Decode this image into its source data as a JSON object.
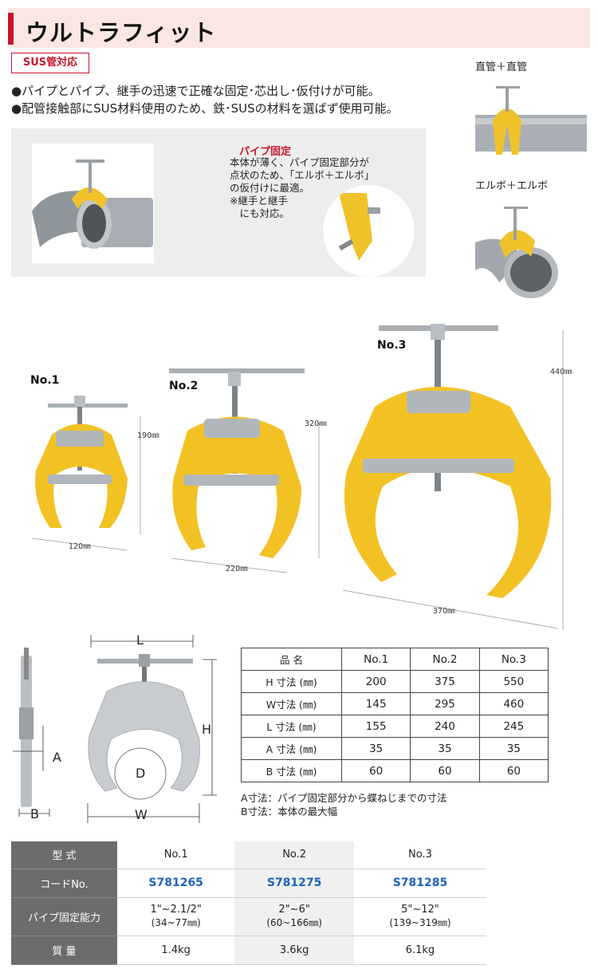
{
  "header": {
    "title": "ウルトラフィット"
  },
  "badge": "SUS管対応",
  "bullets": [
    "●パイプとパイプ、継手の迅速で正確な固定･芯出し･仮付けが可能。",
    "●配管接触部にSUS材料使用のため、鉄･SUSの材料を選ばず使用可能。"
  ],
  "feature": {
    "title": "パイプ固定",
    "lines": [
      "本体が薄く、パイプ固定部分が",
      "点状のため、「エルボ＋エルボ」",
      "の仮付けに最適。",
      "※継手と継手",
      "　にも対応。"
    ]
  },
  "side_labels": {
    "straight": "直管＋直管",
    "elbow": "エルボ＋エルボ"
  },
  "models": [
    {
      "name": "No.1",
      "height": "190㎜",
      "width": "120㎜"
    },
    {
      "name": "No.2",
      "height": "320㎜",
      "width": "220㎜"
    },
    {
      "name": "No.3",
      "height": "440㎜",
      "width": "370㎜"
    }
  ],
  "diagram": {
    "L": "L",
    "H": "H",
    "A": "A",
    "B": "B",
    "D": "D",
    "W": "W"
  },
  "spec": {
    "header": [
      "品 名",
      "No.1",
      "No.2",
      "No.3"
    ],
    "rows": [
      [
        "H 寸法 (㎜)",
        "200",
        "375",
        "550"
      ],
      [
        "W寸法 (㎜)",
        "145",
        "295",
        "460"
      ],
      [
        "L 寸法 (㎜)",
        "155",
        "240",
        "245"
      ],
      [
        "A 寸法 (㎜)",
        "35",
        "35",
        "35"
      ],
      [
        "B 寸法 (㎜)",
        "60",
        "60",
        "60"
      ]
    ]
  },
  "notes": [
    "A寸法：パイプ固定部分から蝶ねじまでの寸法",
    "B寸法：本体の最大幅"
  ],
  "bottom": {
    "type": {
      "label": "型 式",
      "values": [
        "No.1",
        "No.2",
        "No.3"
      ]
    },
    "code": {
      "label": "コードNo.",
      "values": [
        "S781265",
        "S781275",
        "S781285"
      ]
    },
    "capacity": {
      "label": "パイプ固定能力",
      "values": [
        {
          "inch": "1\"~2.1/2\"",
          "mm": "(34~77㎜)"
        },
        {
          "inch": "2\"~6\"",
          "mm": "(60~166㎜)"
        },
        {
          "inch": "5\"~12\"",
          "mm": "(139~319㎜)"
        }
      ]
    },
    "weight": {
      "label": "質 量",
      "values": [
        "1.4kg",
        "3.6kg",
        "6.1kg"
      ]
    }
  }
}
